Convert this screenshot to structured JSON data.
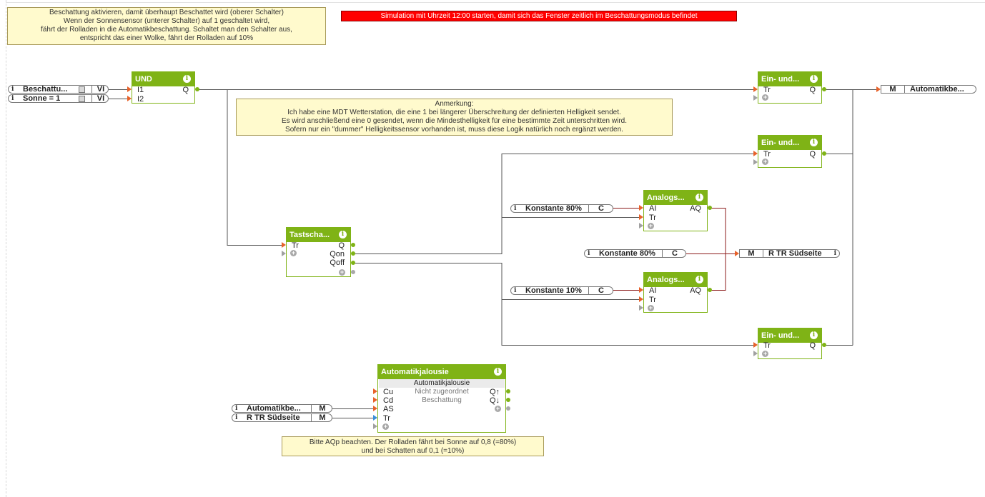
{
  "notes": {
    "top_left": [
      "Beschattung aktivieren, damit überhaupt Beschattet wird (oberer Schalter)",
      "Wenn der Sonnensensor (unterer Schalter) auf 1 geschaltet wird,",
      "fährt der Rolladen in die Automatikbeschattung. Schaltet man den Schalter aus,",
      "entspricht das einer Wolke, fährt der Rolladen auf 10%"
    ],
    "simulation_banner": "Simulation mit Uhrzeit 12:00 starten, damit sich das Fenster zeitlich im Beschattungsmodus befindet",
    "remark": [
      "Anmerkung:",
      "Ich habe eine MDT Wetterstation, die eine 1 bei längerer Überschreitung der definierten Helligkeit sendet.",
      "Es wird anschließend eine 0 gesendet, wenn die Mindesthelligkeit für eine bestimmte Zeit unterschritten wird.",
      "Sofern nur ein \"dummer\" Helligkeitssensor vorhanden ist, muss diese Logik natürlich noch ergänzt werden."
    ],
    "aqp": [
      "Bitte AQp beachten. Der Rolladen fährt bei Sonne auf 0,8 (=80%)",
      "und bei Schatten auf 0,1 (=10%)"
    ]
  },
  "inputs": {
    "beschattung": {
      "label": "Beschattu...",
      "type": "VI"
    },
    "sonne": {
      "label": "Sonne = 1",
      "type": "VI"
    },
    "auto_marker": {
      "label": "Automatikbe...",
      "type": "M"
    },
    "rtr_marker": {
      "label": "R TR Südseite",
      "type": "M"
    }
  },
  "constants": {
    "k80a": {
      "label": "Konstante 80%",
      "type": "C"
    },
    "k10": {
      "label": "Konstante 10%",
      "type": "C"
    },
    "k80b": {
      "label": "Konstante 80%",
      "type": "C"
    }
  },
  "outputs": {
    "auto": {
      "label": "Automatikbe...",
      "type": "M"
    },
    "rtr": {
      "label": "R TR Südseite",
      "type": "M"
    }
  },
  "blocks": {
    "und": {
      "title": "UND",
      "in1": "I1",
      "in2": "I2",
      "out": "Q"
    },
    "tast": {
      "title": "Tastscha...",
      "in": "Tr",
      "out1": "Q",
      "out2": "Qon",
      "out3": "Qoff"
    },
    "ein1": {
      "title": "Ein- und...",
      "in": "Tr",
      "out": "Q"
    },
    "ein2": {
      "title": "Ein- und...",
      "in": "Tr",
      "out": "Q"
    },
    "ein3": {
      "title": "Ein- und...",
      "in": "Tr",
      "out": "Q"
    },
    "ana1": {
      "title": "Analogs...",
      "in1": "AI",
      "in2": "Tr",
      "out": "AQ"
    },
    "ana2": {
      "title": "Analogs...",
      "in1": "AI",
      "in2": "Tr",
      "out": "AQ"
    },
    "jal": {
      "title": "Automatikjalousie",
      "subtitle": "Automatikjalousie",
      "status1": "Nicht zugeordnet",
      "status2": "Beschattung",
      "in1": "Cu",
      "in2": "Cd",
      "in3": "AS",
      "in4": "Tr",
      "out1": "Q↑",
      "out2": "Q↓"
    }
  },
  "colors": {
    "block_green": "#7fb316",
    "wire": "#555555",
    "analog_wire": "#8b1a1a",
    "note_bg": "#fffacd",
    "banner": "#ff0000"
  }
}
